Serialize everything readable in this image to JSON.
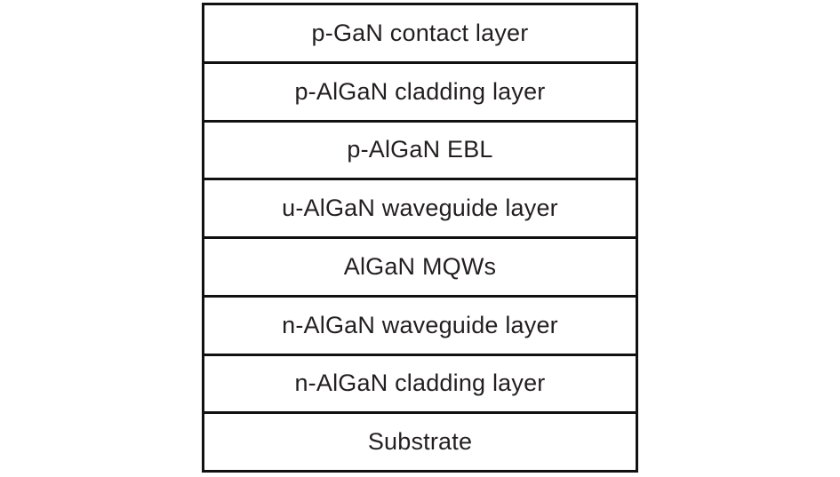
{
  "diagram": {
    "type": "layer-stack",
    "layers": [
      {
        "label": "p-GaN contact layer"
      },
      {
        "label": "p-AlGaN cladding layer"
      },
      {
        "label": "p-AlGaN EBL"
      },
      {
        "label": "u-AlGaN waveguide layer"
      },
      {
        "label": "AlGaN MQWs"
      },
      {
        "label": "n-AlGaN waveguide layer"
      },
      {
        "label": "n-AlGaN cladding layer"
      },
      {
        "label": "Substrate"
      }
    ]
  },
  "colors": {
    "border": "#111111",
    "text": "#231f20",
    "background": "#ffffff"
  }
}
